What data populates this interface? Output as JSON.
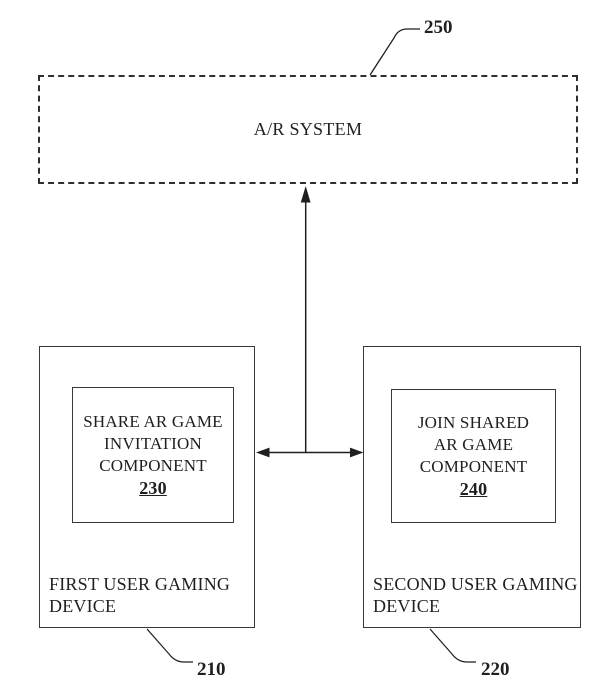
{
  "figure": {
    "ar_system": {
      "label": "A/R SYSTEM",
      "ref": "250"
    },
    "first_device": {
      "label": "FIRST USER GAMING DEVICE",
      "ref": "210",
      "component": {
        "lines": [
          "SHARE AR GAME",
          "INVITATION",
          "COMPONENT"
        ],
        "ref": "230"
      }
    },
    "second_device": {
      "label": "SECOND USER GAMING DEVICE",
      "ref": "220",
      "component": {
        "lines": [
          "JOIN SHARED",
          "AR GAME",
          "COMPONENT"
        ],
        "ref": "240"
      }
    }
  },
  "colors": {
    "ink": "#1f1f1f",
    "background": "#ffffff"
  }
}
